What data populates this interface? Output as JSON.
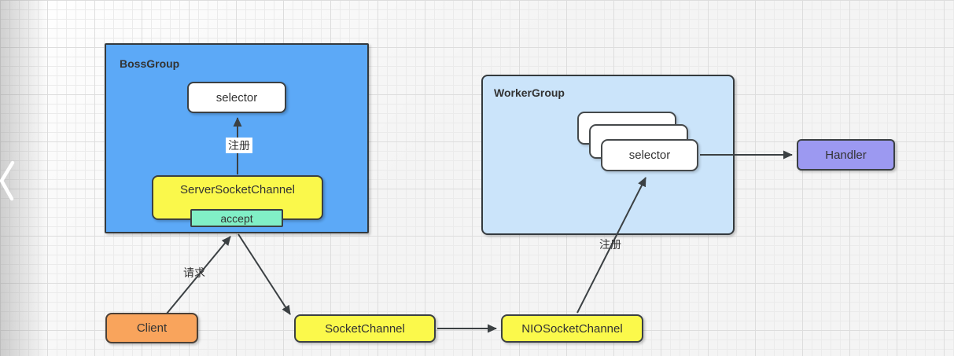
{
  "nav": {
    "prev_icon": "chevron-left"
  },
  "diagram": {
    "boss_group": {
      "title": "BossGroup",
      "selector_label": "selector",
      "register_label": "注册",
      "server_socket_channel_label": "ServerSocketChannel",
      "accept_label": "accept"
    },
    "worker_group": {
      "title": "WorkerGroup",
      "selector_label": "selector",
      "register_label": "注册"
    },
    "nodes": {
      "client_label": "Client",
      "socket_channel_label": "SocketChannel",
      "nio_socket_channel_label": "NIOSocketChannel",
      "handler_label": "Handler"
    },
    "edge_labels": {
      "request": "请求"
    },
    "colors": {
      "boss_group_fill": "#5ca9f7",
      "worker_group_fill": "#cbe4fa",
      "channel_fill": "#fbf94b",
      "accept_fill": "#81efc6",
      "client_fill": "#f9a45c",
      "handler_fill": "#9c99f1",
      "selector_fill": "#ffffff",
      "arrow_color": "#3b4043"
    }
  }
}
